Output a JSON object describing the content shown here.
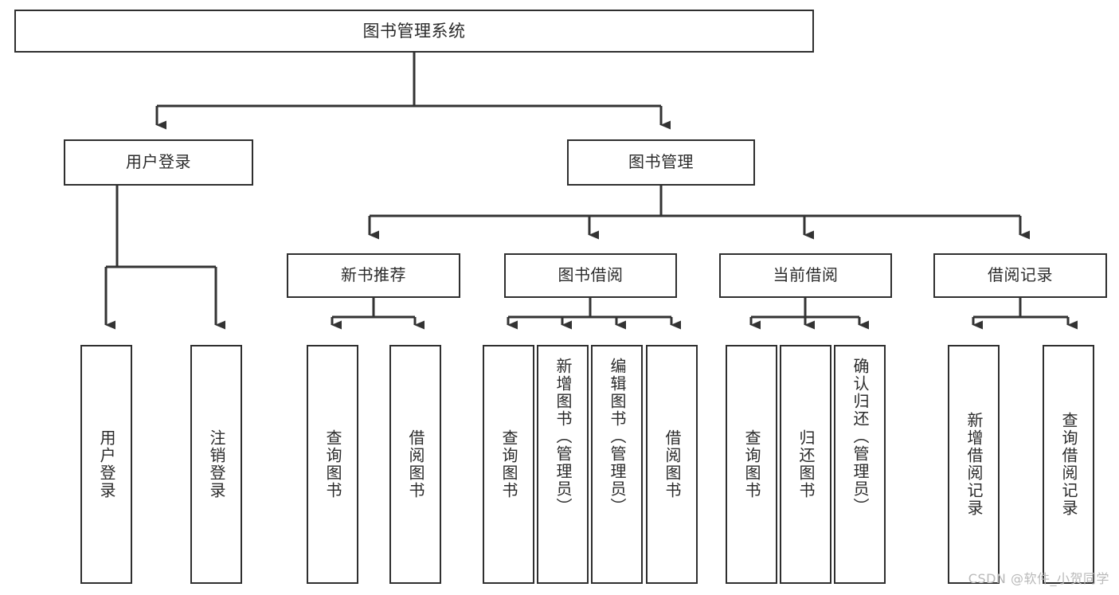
{
  "diagram": {
    "type": "tree",
    "title": "图书管理系统",
    "root": {
      "id": "root",
      "label": "图书管理系统"
    },
    "level1": [
      {
        "id": "user-login",
        "label": "用户登录"
      },
      {
        "id": "book-manage",
        "label": "图书管理"
      }
    ],
    "level2": [
      {
        "id": "new-book-recommend",
        "label": "新书推荐",
        "parent": "book-manage"
      },
      {
        "id": "book-borrow",
        "label": "图书借阅",
        "parent": "book-manage"
      },
      {
        "id": "current-borrow",
        "label": "当前借阅",
        "parent": "book-manage"
      },
      {
        "id": "borrow-record",
        "label": "借阅记录",
        "parent": "book-manage"
      }
    ],
    "leaves": [
      {
        "id": "leaf-user-login",
        "label": "用户登录",
        "parent": "user-login"
      },
      {
        "id": "leaf-user-logout",
        "label": "注销登录",
        "parent": "user-login"
      },
      {
        "id": "leaf-query-book-1",
        "label": "查询图书",
        "parent": "new-book-recommend"
      },
      {
        "id": "leaf-borrow-book-1",
        "label": "借阅图书",
        "parent": "new-book-recommend"
      },
      {
        "id": "leaf-query-book-2",
        "label": "查询图书",
        "parent": "book-borrow"
      },
      {
        "id": "leaf-add-book",
        "label": "新增图书（管理员）",
        "parent": "book-borrow"
      },
      {
        "id": "leaf-edit-book",
        "label": "编辑图书（管理员）",
        "parent": "book-borrow"
      },
      {
        "id": "leaf-borrow-book-2",
        "label": "借阅图书",
        "parent": "book-borrow"
      },
      {
        "id": "leaf-query-book-3",
        "label": "查询图书",
        "parent": "current-borrow"
      },
      {
        "id": "leaf-return-book",
        "label": "归还图书",
        "parent": "current-borrow"
      },
      {
        "id": "leaf-confirm-return",
        "label": "确认归还（管理员）",
        "parent": "current-borrow"
      },
      {
        "id": "leaf-add-record",
        "label": "新增借阅记录",
        "parent": "borrow-record"
      },
      {
        "id": "leaf-query-record",
        "label": "查询借阅记录",
        "parent": "borrow-record"
      }
    ],
    "colors": {
      "border": "#2f2f2f",
      "text": "#2b2b2b",
      "background": "#ffffff",
      "connector": "#333333",
      "watermark": "#b9b9b9"
    }
  },
  "watermark": {
    "text": "CSDN @软件_小贺同学"
  }
}
